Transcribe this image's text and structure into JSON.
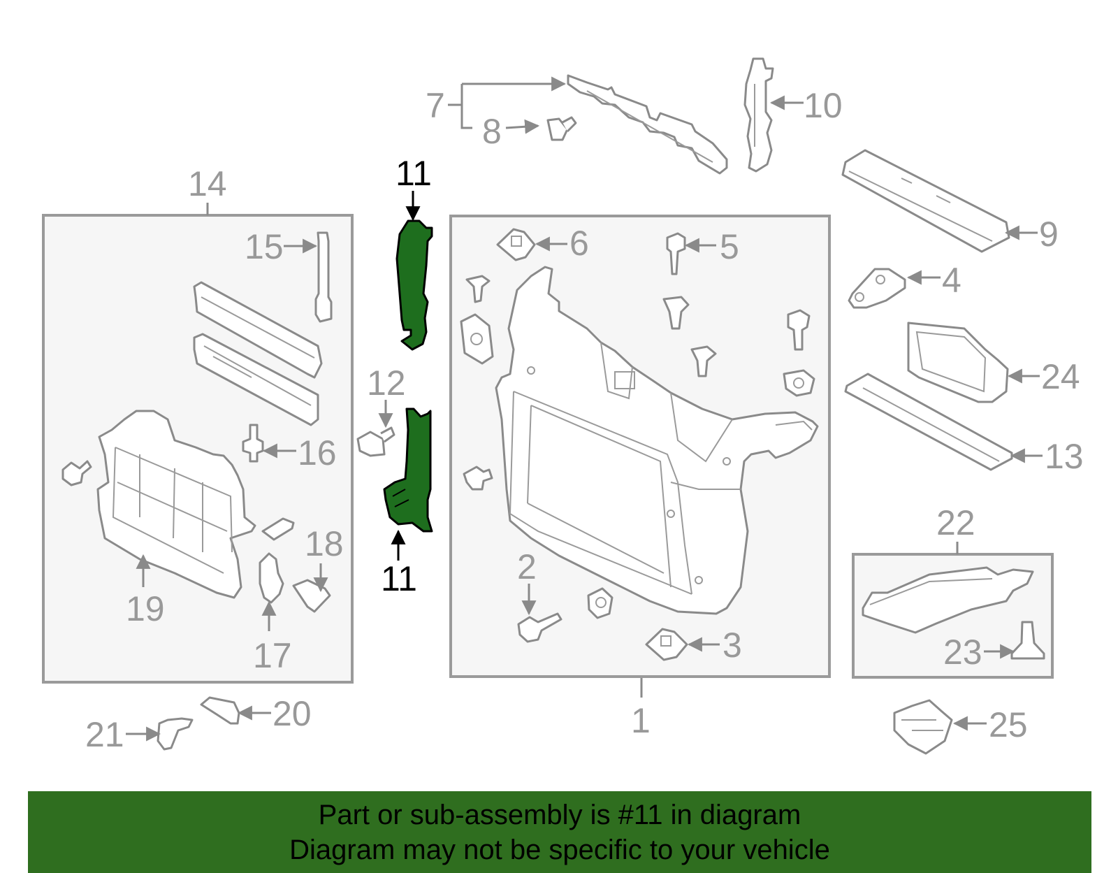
{
  "colors": {
    "highlight": "#1e6e1e",
    "banner": "#2f6e1f",
    "label": "#999999",
    "outline": "#8a8a8a"
  },
  "callouts": {
    "c1": "1",
    "c2": "2",
    "c3": "3",
    "c4": "4",
    "c5": "5",
    "c6": "6",
    "c7": "7",
    "c8": "8",
    "c9": "9",
    "c10": "10",
    "c11_top": "11",
    "c11_bottom": "11",
    "c12": "12",
    "c13": "13",
    "c14": "14",
    "c15": "15",
    "c16": "16",
    "c17": "17",
    "c18": "18",
    "c19": "19",
    "c20": "20",
    "c21": "21",
    "c22": "22",
    "c23": "23",
    "c24": "24",
    "c25": "25"
  },
  "highlighted_part": "11",
  "banner": {
    "line1": "Part or sub-assembly is #11 in diagram",
    "line2": "Diagram may not be specific to your vehicle"
  }
}
